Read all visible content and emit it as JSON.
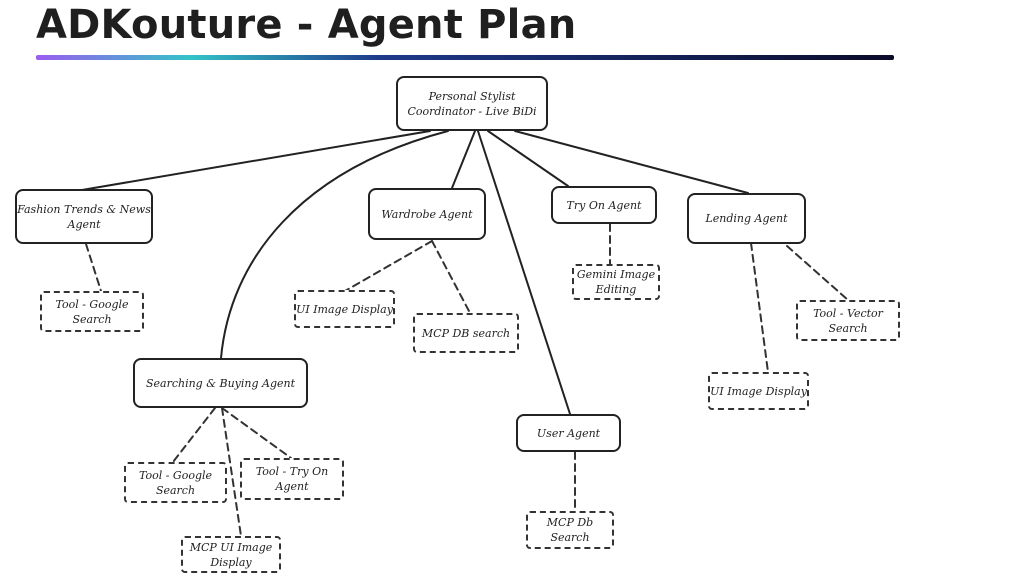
{
  "title": "ADKouture - Agent Plan",
  "nodes": {
    "coordinator": "Personal Stylist Coordinator - Live BiDi",
    "fashion_agent": "Fashion Trends & News Agent",
    "wardrobe_agent": "Wardrobe Agent",
    "tryon_agent": "Try On Agent",
    "lending_agent": "Lending Agent",
    "search_buy_agent": "Searching & Buying Agent",
    "user_agent": "User Agent",
    "tool_google_fashion": "Tool - Google Search",
    "ui_image_display_wardrobe": "UI Image Display",
    "mcp_db_search_wardrobe": "MCP DB search",
    "gemini_image_editing": "Gemini Image Editing",
    "tool_vector_search": "Tool - Vector Search",
    "ui_image_display_lending": "UI Image Display",
    "tool_google_searchbuy": "Tool - Google Search",
    "tool_try_on_agent": "Tool - Try On Agent",
    "mcp_ui_image_display": "MCP UI Image Display",
    "mcp_db_search_user": "MCP Db Search"
  }
}
